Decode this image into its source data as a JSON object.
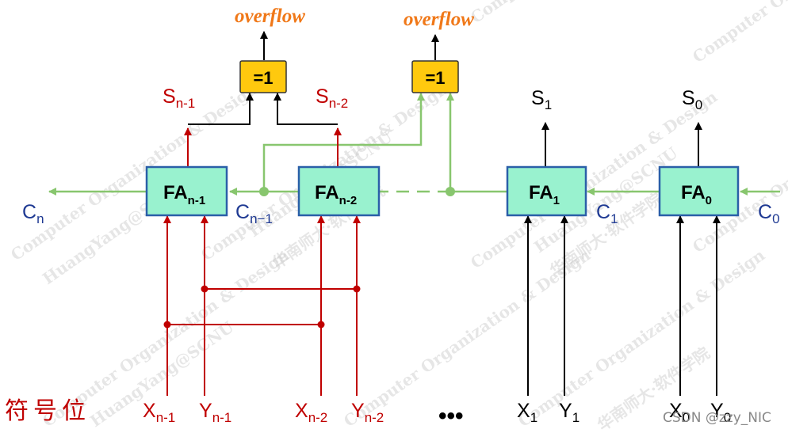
{
  "watermark": {
    "lines": [
      "Computer Organization & Design",
      "HuangYang@SCNU",
      "华南师大·软件学院"
    ]
  },
  "colors": {
    "red_wire": "#c00000",
    "green_wire": "#88c66e",
    "black_wire": "#000000",
    "fa_fill": "#99f2cf",
    "fa_border": "#2a5fa8",
    "xor_fill": "#ffc90e",
    "overflow_text": "#f07818",
    "carry_text": "#1f3a93"
  },
  "full_adders": [
    {
      "name": "FA",
      "sub": "n-1"
    },
    {
      "name": "FA",
      "sub": "n-2"
    },
    {
      "name": "FA",
      "sub": "1"
    },
    {
      "name": "FA",
      "sub": "0"
    }
  ],
  "xor_gates": [
    "=1",
    "=1"
  ],
  "overflow_labels": [
    "overflow",
    "overflow"
  ],
  "sum_outputs": [
    {
      "main": "S",
      "sub": "n-1"
    },
    {
      "main": "S",
      "sub": "n-2"
    },
    {
      "main": "S",
      "sub": "1"
    },
    {
      "main": "S",
      "sub": "0"
    }
  ],
  "carries": [
    {
      "main": "C",
      "sub": "n"
    },
    {
      "main": "C",
      "sub": "n−1"
    },
    {
      "main": "C",
      "sub": "1"
    },
    {
      "main": "C",
      "sub": "0"
    }
  ],
  "inputs": [
    {
      "main": "X",
      "sub": "n-1"
    },
    {
      "main": "Y",
      "sub": "n-1"
    },
    {
      "main": "X",
      "sub": "n-2"
    },
    {
      "main": "Y",
      "sub": "n-2"
    },
    {
      "main": "X",
      "sub": "1"
    },
    {
      "main": "Y",
      "sub": "1"
    },
    {
      "main": "X",
      "sub": "0"
    },
    {
      "main": "Y",
      "sub": "0"
    }
  ],
  "sign_bit_label": "符号位",
  "ellipsis": "•••",
  "credit": "CSDN @zzy_NIC"
}
